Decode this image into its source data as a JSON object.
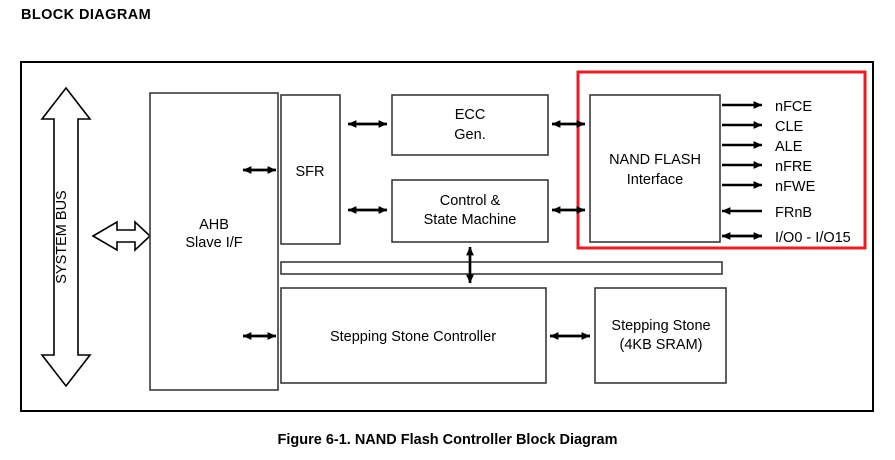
{
  "page": {
    "heading": "BLOCK DIAGRAM",
    "caption": "Figure 6-1. NAND Flash Controller Block Diagram"
  },
  "colors": {
    "highlight_box": "#ee1b24",
    "block_border": "#3a3a3a",
    "frame_border": "#000000",
    "background": "#ffffff"
  },
  "diagram": {
    "bus_label": "SYSTEM BUS",
    "blocks": {
      "ahb": {
        "line1": "AHB",
        "line2": "Slave I/F"
      },
      "sfr": {
        "line1": "SFR"
      },
      "ecc": {
        "line1": "ECC",
        "line2": "Gen."
      },
      "control": {
        "line1": "Control &",
        "line2": "State Machine"
      },
      "nand": {
        "line1": "NAND FLASH",
        "line2": "Interface"
      },
      "stepping_controller": {
        "line1": "Stepping Stone Controller"
      },
      "stepping_sram": {
        "line1": "Stepping Stone",
        "line2": "(4KB SRAM)"
      }
    },
    "signals": [
      {
        "name": "nFCE",
        "direction": "out"
      },
      {
        "name": "CLE",
        "direction": "out"
      },
      {
        "name": "ALE",
        "direction": "out"
      },
      {
        "name": "nFRE",
        "direction": "out"
      },
      {
        "name": "nFWE",
        "direction": "out"
      },
      {
        "name": "FRnB",
        "direction": "in"
      },
      {
        "name": "I/O0 - I/O15",
        "direction": "bidirectional"
      }
    ]
  }
}
